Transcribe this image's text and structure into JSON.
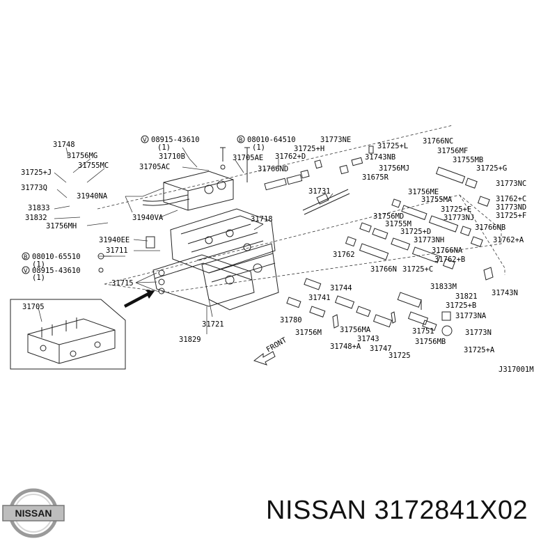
{
  "brand": {
    "name": "NISSAN 3172841X02",
    "logo_text": "NISSAN"
  },
  "diagram": {
    "ref_code": "J317001M",
    "front_label": "FRONT",
    "callouts": [
      {
        "id": "c1",
        "text": "31748"
      },
      {
        "id": "c2",
        "text": "31756MG"
      },
      {
        "id": "c3",
        "text": "31755MC"
      },
      {
        "id": "c4",
        "text": "31725+J"
      },
      {
        "id": "c5",
        "text": "31773Q"
      },
      {
        "id": "c6",
        "text": "31833"
      },
      {
        "id": "c7",
        "text": "31832"
      },
      {
        "id": "c8",
        "text": "31756MH"
      },
      {
        "id": "c9",
        "text": "31940NA"
      },
      {
        "id": "c10",
        "text": "31940VA"
      },
      {
        "id": "c11",
        "text": "31940EE"
      },
      {
        "id": "c12",
        "text": "31711"
      },
      {
        "id": "c13",
        "text": "08010-65510"
      },
      {
        "id": "c14",
        "text": "(1)"
      },
      {
        "id": "c15",
        "text": "08915-43610"
      },
      {
        "id": "c16",
        "text": "(1)"
      },
      {
        "id": "c17",
        "text": "31715"
      },
      {
        "id": "c18",
        "text": "31705"
      },
      {
        "id": "c19",
        "text": "08915-43610"
      },
      {
        "id": "c20",
        "text": "(1)"
      },
      {
        "id": "c21",
        "text": "31710B"
      },
      {
        "id": "c22",
        "text": "31705AC"
      },
      {
        "id": "c23",
        "text": "08010-64510"
      },
      {
        "id": "c24",
        "text": "(1)"
      },
      {
        "id": "c25",
        "text": "31705AE"
      },
      {
        "id": "c26",
        "text": "31762+D"
      },
      {
        "id": "c27",
        "text": "31766ND"
      },
      {
        "id": "c28",
        "text": "31773NE"
      },
      {
        "id": "c29",
        "text": "31725+H"
      },
      {
        "id": "c30",
        "text": "31731"
      },
      {
        "id": "c31",
        "text": "31718"
      },
      {
        "id": "c32",
        "text": "31721"
      },
      {
        "id": "c33",
        "text": "31829"
      },
      {
        "id": "c34",
        "text": "31725+L"
      },
      {
        "id": "c35",
        "text": "31743NB"
      },
      {
        "id": "c36",
        "text": "31756MJ"
      },
      {
        "id": "c37",
        "text": "31675R"
      },
      {
        "id": "c38",
        "text": "31766NC"
      },
      {
        "id": "c39",
        "text": "31756MF"
      },
      {
        "id": "c40",
        "text": "31755MB"
      },
      {
        "id": "c41",
        "text": "31725+G"
      },
      {
        "id": "c42",
        "text": "31773NC"
      },
      {
        "id": "c43",
        "text": "31756ME"
      },
      {
        "id": "c44",
        "text": "31755MA"
      },
      {
        "id": "c45",
        "text": "31762+C"
      },
      {
        "id": "c46",
        "text": "31773ND"
      },
      {
        "id": "c47",
        "text": "31725+E"
      },
      {
        "id": "c48",
        "text": "31725+F"
      },
      {
        "id": "c49",
        "text": "31773NJ"
      },
      {
        "id": "c50",
        "text": "31756MD"
      },
      {
        "id": "c51",
        "text": "31755M"
      },
      {
        "id": "c52",
        "text": "31725+D"
      },
      {
        "id": "c53",
        "text": "31766NB"
      },
      {
        "id": "c54",
        "text": "31773NH"
      },
      {
        "id": "c55",
        "text": "31762+A"
      },
      {
        "id": "c56",
        "text": "31766NA"
      },
      {
        "id": "c57",
        "text": "31762"
      },
      {
        "id": "c58",
        "text": "31766N"
      },
      {
        "id": "c59",
        "text": "31725+C"
      },
      {
        "id": "c60",
        "text": "31762+B"
      },
      {
        "id": "c61",
        "text": "31743N"
      },
      {
        "id": "c62",
        "text": "31744"
      },
      {
        "id": "c63",
        "text": "31741"
      },
      {
        "id": "c64",
        "text": "31833M"
      },
      {
        "id": "c65",
        "text": "31821"
      },
      {
        "id": "c66",
        "text": "31725+B"
      },
      {
        "id": "c67",
        "text": "31773NA"
      },
      {
        "id": "c68",
        "text": "31780"
      },
      {
        "id": "c69",
        "text": "31756MA"
      },
      {
        "id": "c70",
        "text": "31756M"
      },
      {
        "id": "c71",
        "text": "31743"
      },
      {
        "id": "c72",
        "text": "31748+A"
      },
      {
        "id": "c73",
        "text": "31747"
      },
      {
        "id": "c74",
        "text": "31725"
      },
      {
        "id": "c75",
        "text": "31751"
      },
      {
        "id": "c76",
        "text": "31756MB"
      },
      {
        "id": "c77",
        "text": "31773N"
      },
      {
        "id": "c78",
        "text": "31725+A"
      }
    ]
  }
}
